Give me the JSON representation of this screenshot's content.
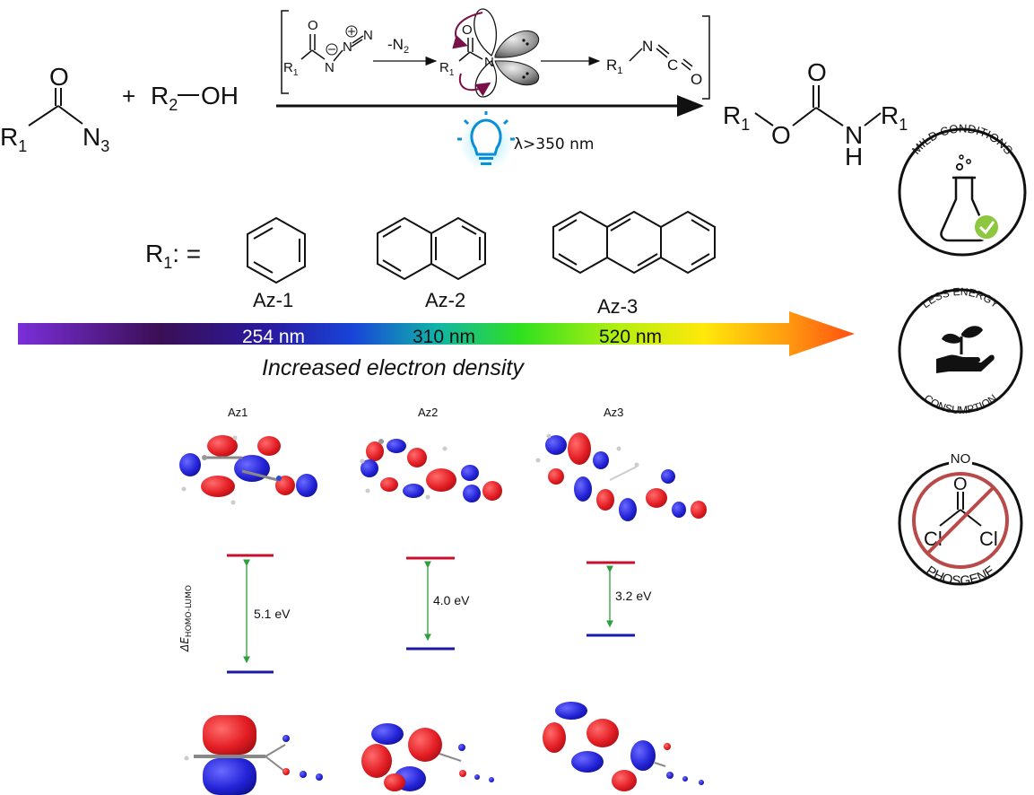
{
  "reaction": {
    "reactant_amide_o": "O",
    "reactant_r1": "R",
    "reactant_r1_sub": "1",
    "reactant_n3": "N",
    "reactant_n3_sub": "3",
    "plus": "+",
    "alcohol_r2": "R",
    "alcohol_r2_sub": "2",
    "alcohol_oh": "OH",
    "minus_n2": "-N",
    "minus_n2_sub": "2",
    "intermediate_r1": "R",
    "intermediate_r1_sub": "1",
    "intermediate_o": "O",
    "intermediate_n": "N",
    "isocyanate_r1": "R",
    "isocyanate_r1_sub": "1",
    "isocyanate_n": "N",
    "isocyanate_c": "C",
    "isocyanate_o": "O",
    "wavelength": "λ>350 nm",
    "product_r1_left": "R",
    "product_r1_left_sub": "1",
    "product_o_ether": "O",
    "product_o_carbonyl": "O",
    "product_n": "N",
    "product_h": "H",
    "product_r1_right": "R",
    "product_r1_right_sub": "1"
  },
  "substituents": {
    "label": "R",
    "label_sub": "1",
    "label_suffix": ":  =",
    "items": [
      {
        "name": "Az-1"
      },
      {
        "name": "Az-2"
      },
      {
        "name": "Az-3"
      }
    ]
  },
  "spectrum": {
    "labels": [
      "254 nm",
      "310 nm",
      "520 nm"
    ],
    "caption": "Increased electron density"
  },
  "orbitals": {
    "axis_label": "ΔE",
    "axis_label_sub": "HOMO-LUMO",
    "molecules": [
      {
        "name": "Az1",
        "gap": "5.1 eV"
      },
      {
        "name": "Az2",
        "gap": "4.0 eV"
      },
      {
        "name": "Az3",
        "gap": "3.2 eV"
      }
    ],
    "colors": {
      "lumo": "#c8102e",
      "homo": "#1a1aa8",
      "gap_arrow": "#2e9e3e"
    }
  },
  "badges": {
    "mild": "MILD CONDITIONS",
    "less_top": "LESS ENERGY",
    "less_bottom": "CONSUMPTION",
    "no": "NO",
    "phosgene": "PHOSGENE",
    "cl_left": "Cl",
    "cl_right": "Cl",
    "phosgene_o": "O"
  }
}
